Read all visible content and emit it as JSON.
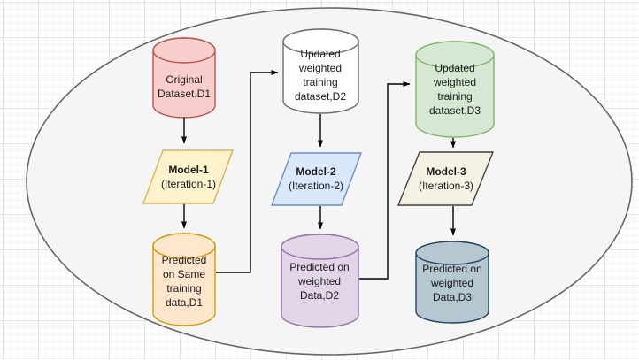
{
  "canvas": {
    "background": "#ffffff",
    "grid_major_color": "#e4e4e4",
    "grid_minor_color": "#f4f4f4"
  },
  "boundary_ellipse": {
    "fill": "#f5f5f5",
    "stroke": "#666666"
  },
  "edges": {
    "color": "#000000"
  },
  "nodes": {
    "d1": {
      "type": "cylinder",
      "label": [
        "Original",
        "Dataset,D1"
      ],
      "fill": "#F8CECC",
      "stroke": "#B85450"
    },
    "m1": {
      "type": "parallelogram",
      "title": "Model-1",
      "subtitle": "(Iteration-1)",
      "fill": "#FFF2CC",
      "stroke": "#D6B656"
    },
    "p1": {
      "type": "cylinder",
      "label": [
        "Predicted",
        "on Same",
        "training",
        "data,D1"
      ],
      "fill": "#FFE6CC",
      "stroke": "#D79B00"
    },
    "d2": {
      "type": "cylinder",
      "label": [
        "Updated",
        "weighted",
        "training",
        "dataset,D2"
      ],
      "fill": "#FFFFFF",
      "stroke": "#6e6e6e"
    },
    "m2": {
      "type": "parallelogram",
      "title": "Model-2",
      "subtitle": "(Iteration-2)",
      "fill": "#DAE8FC",
      "stroke": "#6C8EBF"
    },
    "p2": {
      "type": "cylinder",
      "label": [
        "Predicted on",
        "weighted",
        "Data,D2"
      ],
      "fill": "#E1D5E7",
      "stroke": "#9673A6"
    },
    "d3": {
      "type": "cylinder",
      "label": [
        "Updated",
        "weighted",
        "training",
        "dataset,D3"
      ],
      "fill": "#D5E8D4",
      "stroke": "#82B366"
    },
    "m3": {
      "type": "parallelogram",
      "title": "Model-3",
      "subtitle": "(Iteration-3)",
      "fill": "#F5F2E3",
      "stroke": "#404040"
    },
    "p3": {
      "type": "cylinder",
      "label": [
        "Predicted on",
        "weighted",
        "Data,D3"
      ],
      "fill": "#B5C7D1",
      "stroke": "#23445D"
    }
  }
}
